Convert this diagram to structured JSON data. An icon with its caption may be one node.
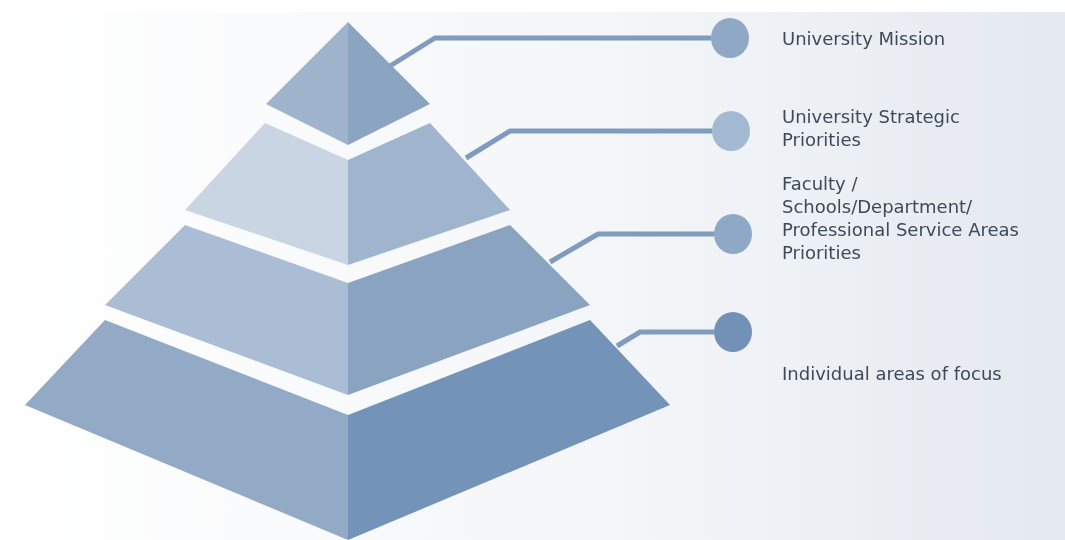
{
  "diagram": {
    "nodes": [
      {
        "text": [],
        "shape": "triangle"
      },
      {
        "text": [],
        "shape": "band"
      },
      {
        "text": [],
        "shape": "band"
      },
      {
        "text": [],
        "shape": "band"
      },
      {
        "text": [],
        "shape": "circle",
        "beside": [
          "University Mission"
        ]
      },
      {
        "text": [],
        "shape": "circle",
        "beside": [
          "University Strategic Priorities"
        ]
      },
      {
        "text": [],
        "shape": "circle",
        "beside": [
          "Faculty / Schools/Department/ Professional Service Areas Priorities"
        ]
      },
      {
        "text": [],
        "shape": "circle",
        "beside": [
          "Individual areas of focus"
        ]
      }
    ],
    "edges": [
      {
        "from": 0,
        "to": 4,
        "arrow": "none"
      },
      {
        "from": 1,
        "to": 5,
        "arrow": "none"
      },
      {
        "from": 2,
        "to": 6,
        "arrow": "none"
      },
      {
        "from": 3,
        "to": 7,
        "arrow": "none"
      }
    ]
  }
}
